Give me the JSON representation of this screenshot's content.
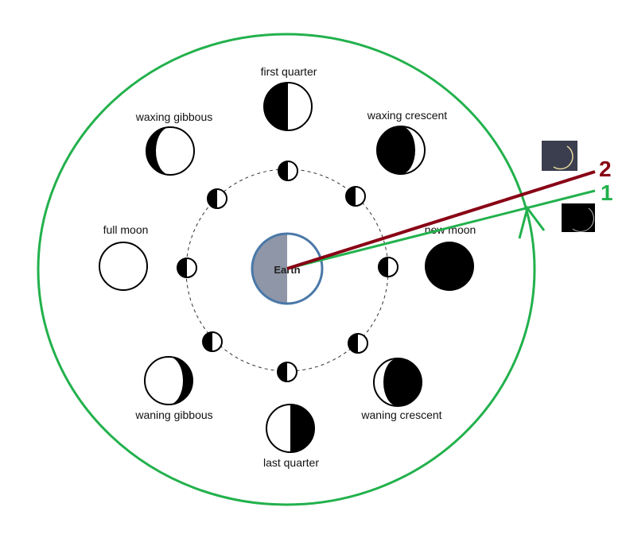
{
  "center_label": "Earth",
  "phases": {
    "first_quarter": "first quarter",
    "waxing_crescent": "waxing crescent",
    "new_moon": "new moon",
    "waning_crescent": "waning crescent",
    "last_quarter": "last quarter",
    "waning_gibbous": "waning gibbous",
    "full_moon": "full moon",
    "waxing_gibbous": "waxing gibbous"
  },
  "markers": {
    "line_2": "2",
    "line_1": "1"
  },
  "colors": {
    "orbit_outline": "#22b14c",
    "line_2": "#880015",
    "line_1": "#22b14c",
    "earth_shadow": "#8e96a8",
    "earth_border": "#4a78a8"
  }
}
